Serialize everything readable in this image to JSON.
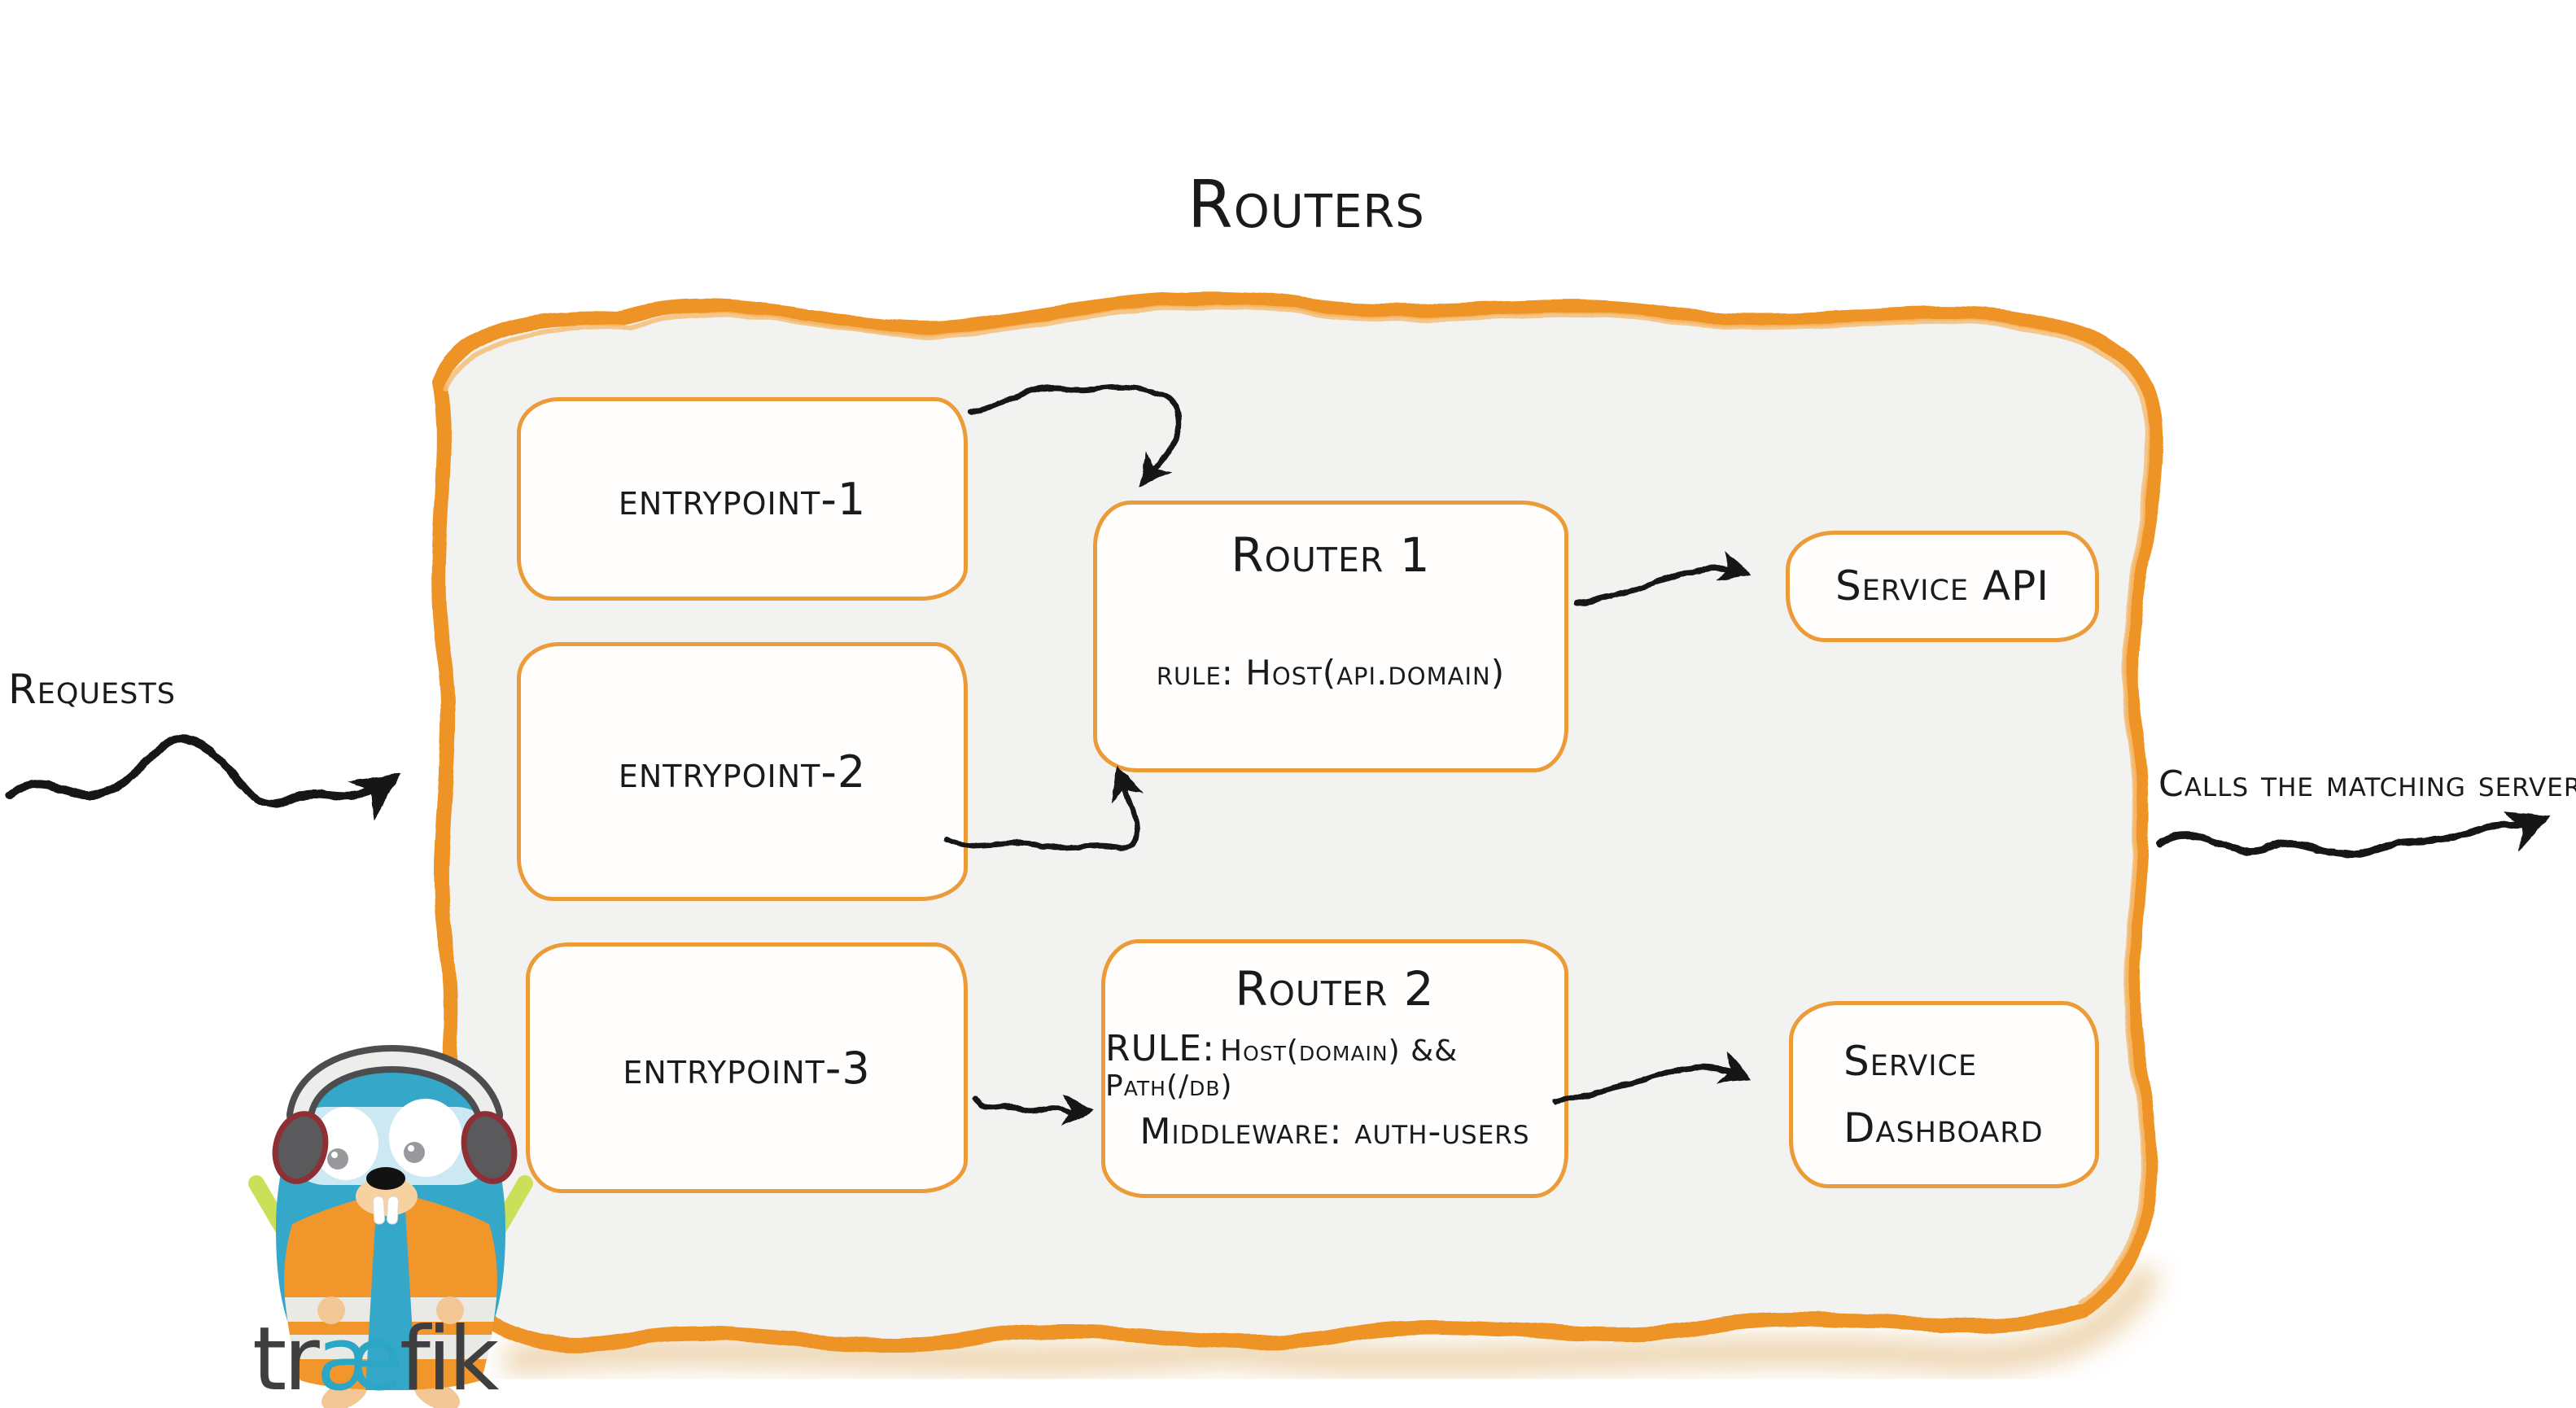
{
  "diagram": {
    "title": "Routers",
    "requests_label": "Requests",
    "calls_label": "Calls the matching server",
    "entrypoints": [
      {
        "label": "entrypoint-1"
      },
      {
        "label": "entrypoint-2"
      },
      {
        "label": "entrypoint-3"
      }
    ],
    "routers": [
      {
        "title": "Router 1",
        "rule_prefix": "rule:",
        "rule_rest": "Host(api.domain)"
      },
      {
        "title": "Router 2",
        "rule_prefix": "RULE:",
        "rule_rest": "Host(domain) && Path(/db)",
        "middleware": "Middleware: auth-users"
      }
    ],
    "services": [
      {
        "label": "Service API"
      },
      {
        "label": "Service Dashboard"
      }
    ],
    "logo": {
      "wordmark_pre": "tr",
      "wordmark_ae": "æ",
      "wordmark_post": "fik",
      "mascot": "traefik-gopher-icon"
    },
    "colors": {
      "container_stroke": "#ee9428",
      "container_fill": "#f2f2f1",
      "box_border": "#eb9b38",
      "ink": "#1a1a1a",
      "gopher_teal": "#35a7c9",
      "vest_orange": "#f0962a",
      "baton_green": "#cbdf58",
      "wordmark_gray": "#3f3f41",
      "wordmark_teal": "#2ba6c4"
    }
  }
}
